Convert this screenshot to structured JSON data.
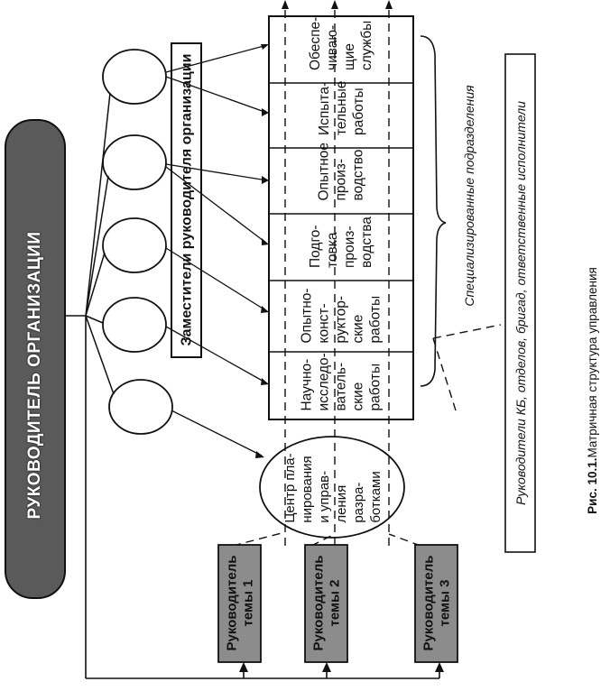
{
  "head_label": "РУКОВОДИТЕЛЬ ОРГАНИЗАЦИИ",
  "deputies_label": "Заместители руководителя организации",
  "departments": [
    "Обеспе-\nчиваю-\nщие\nслужбы",
    "Испыта-\nтельные\nработы",
    "Опытное\nпроиз-\nводство",
    "Подго-\nтовка\nпроиз-\nводства",
    "Опытно-\nконст-\nруктор-\nские\nработы",
    "Научно-\nисследо-\nватель-\nские\nработы"
  ],
  "center_label": "Центр пла-\nнирования\nи управ-\nления\nразра-\nботками",
  "topic_leaders": [
    "Руководитель\nтемы 1",
    "Руководитель\nтемы 2",
    "Руководитель\nтемы 3"
  ],
  "specialized_label": "Специализированные подразделения",
  "executors_label": "Руководители КБ, отделов, бригад, ответственные исполнители",
  "caption_bold": "Рис. 10.1.",
  "caption_text": " Матричная структура управления",
  "colors": {
    "head_fill": "#5a5a5a",
    "topic_fill": "#8c8c8c",
    "line": "#111111"
  }
}
